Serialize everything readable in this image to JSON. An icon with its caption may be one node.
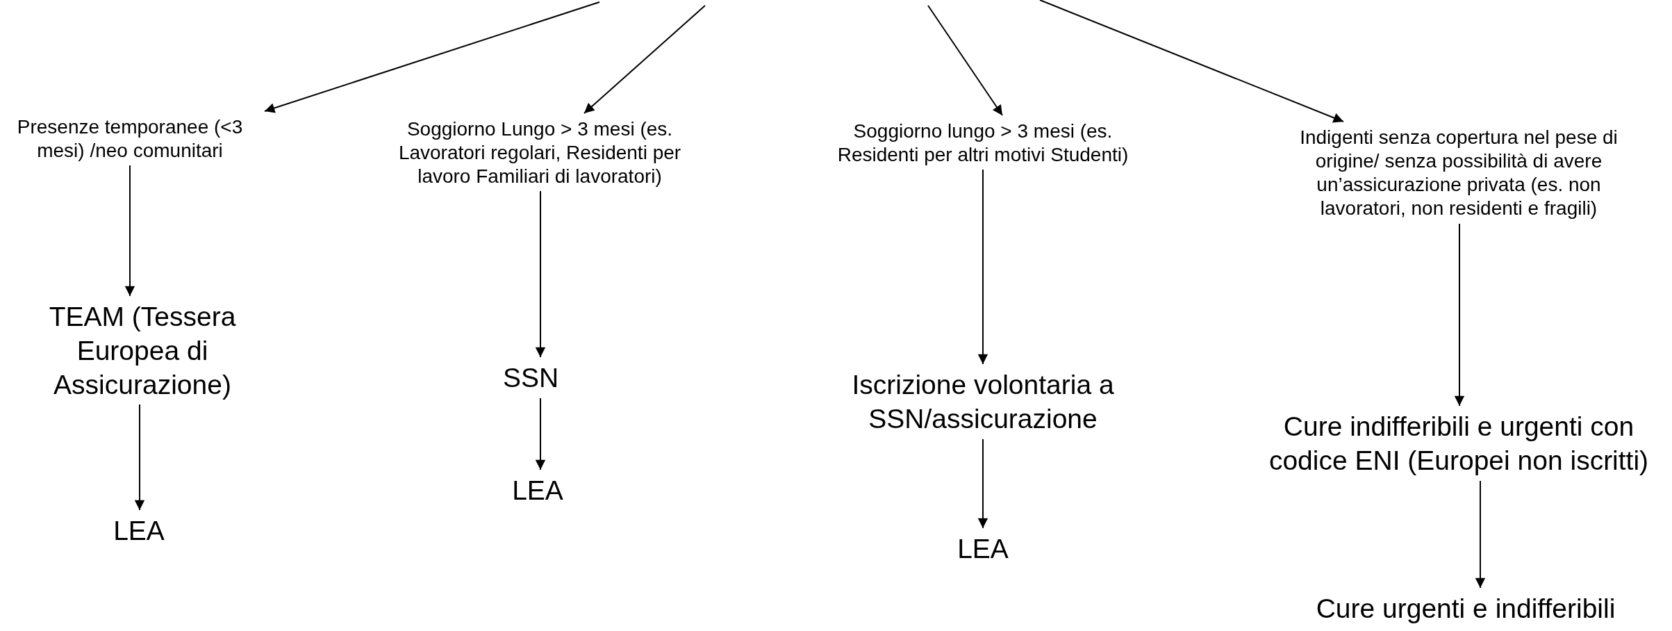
{
  "diagram": {
    "nodes": [
      {
        "text": [
          "Presenze temporanee (<3 mesi) /neo comunitari"
        ]
      },
      {
        "text": [
          "Soggiorno Lungo > 3 mesi (es. Lavoratori regolari, Residenti per lavoro Familiari di lavoratori)"
        ]
      },
      {
        "text": [
          "Soggiorno lungo > 3 mesi (es. Residenti per altri motivi Studenti)"
        ]
      },
      {
        "text": [
          "Indigenti senza copertura nel pese di origine/ senza possibilità di avere un’assicurazione privata (es. non lavoratori, non residenti e fragili)"
        ]
      },
      {
        "text": [
          "TEAM (Tessera Europea di Assicurazione)"
        ]
      },
      {
        "text": [
          "LEA"
        ]
      },
      {
        "text": [
          "SSN"
        ]
      },
      {
        "text": [
          "LEA"
        ]
      },
      {
        "text": [
          "Iscrizione volontaria a SSN/assicurazione"
        ]
      },
      {
        "text": [
          "LEA"
        ]
      },
      {
        "text": [
          "Cure indifferibili e urgenti con codice ENI (Europei non iscritti)"
        ]
      },
      {
        "text": [
          "Cure urgenti e indifferibili"
        ]
      }
    ],
    "edges": [
      {
        "from": null,
        "to": 0,
        "arrow": "to"
      },
      {
        "from": null,
        "to": 1,
        "arrow": "to"
      },
      {
        "from": null,
        "to": 2,
        "arrow": "to"
      },
      {
        "from": null,
        "to": 3,
        "arrow": "to"
      },
      {
        "from": 0,
        "to": 4,
        "arrow": "to"
      },
      {
        "from": 4,
        "to": 5,
        "arrow": "to"
      },
      {
        "from": 1,
        "to": 6,
        "arrow": "to"
      },
      {
        "from": 6,
        "to": 7,
        "arrow": "to"
      },
      {
        "from": 2,
        "to": 8,
        "arrow": "to"
      },
      {
        "from": 8,
        "to": 9,
        "arrow": "to"
      },
      {
        "from": 3,
        "to": 10,
        "arrow": "to"
      },
      {
        "from": 10,
        "to": 11,
        "arrow": "to"
      }
    ]
  }
}
